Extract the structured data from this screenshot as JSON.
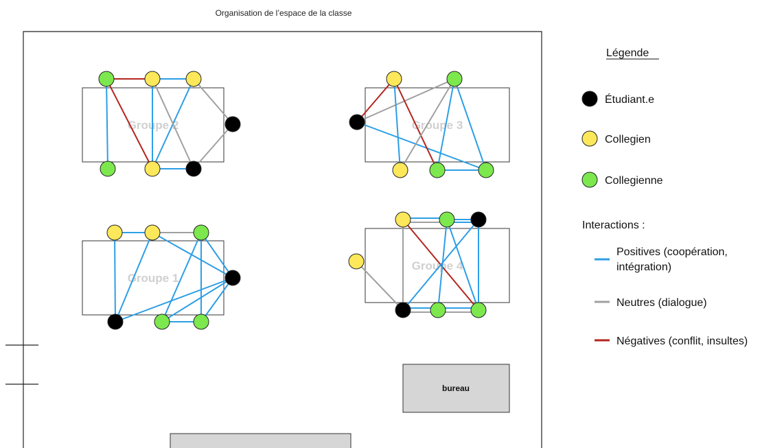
{
  "title": "Organisation de l’espace de la classe",
  "groups": {
    "g2": "Groupe 2",
    "g3": "Groupe 3",
    "g1": "Groupe 1",
    "g4": "Groupe 4"
  },
  "desk_label": "bureau",
  "legend": {
    "heading": "Légende",
    "etudiant": "Étudiant.e",
    "collegien": "Collegien",
    "collegienne": "Collegienne",
    "interactions": "Interactions :",
    "positive_line1": "Positives (coopération,",
    "positive_line2": "intégration)",
    "neutral": "Neutres (dialogue)",
    "negative": "Négatives (conflit, insultes)"
  },
  "colors": {
    "etudiant": "#000000",
    "collegien": "#fce85a",
    "collegienne": "#7ce84e",
    "positive": "#2c9ee6",
    "neutral": "#a0a0a0",
    "negative": "#b3261e",
    "desk": "#d6d6d6"
  }
}
